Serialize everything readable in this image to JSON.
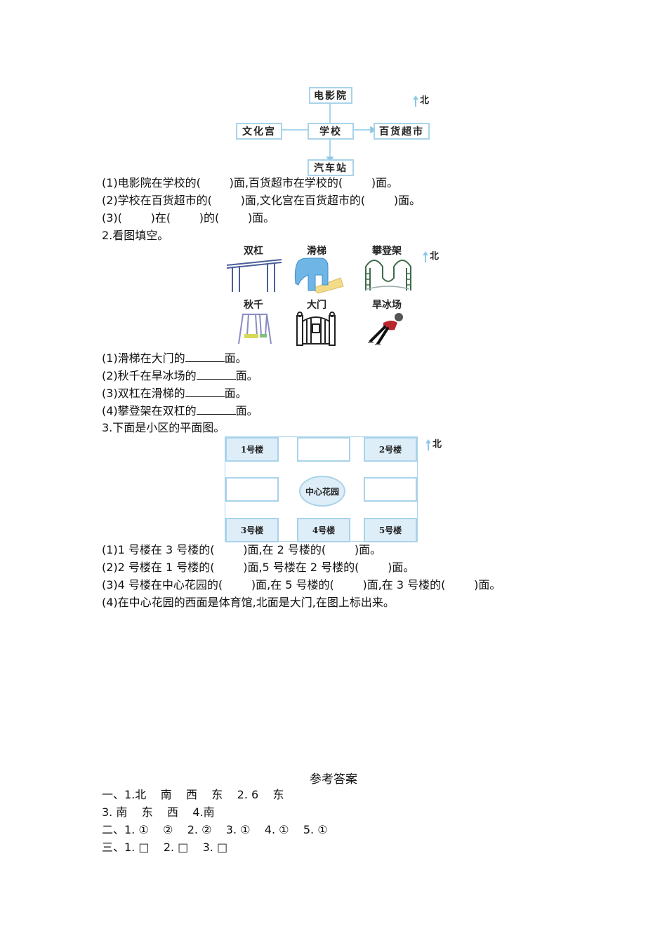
{
  "q1": {
    "diagram": {
      "center": "学校",
      "north": "电影院",
      "west": "文化宫",
      "east": "百货超市",
      "south": "汽车站",
      "north_label": "北"
    },
    "lines": [
      "(1)电影院在学校的(        )面,百货超市在学校的(        )面。",
      "(2)学校在百货超市的(        )面,文化宫在百货超市的(        )面。",
      "(3)(        )在(        )的(        )面。"
    ]
  },
  "q2": {
    "heading": "2.看图填空。",
    "north_label": "北",
    "pictures": [
      {
        "label": "双杠",
        "icon": "parallel-bars-icon"
      },
      {
        "label": "滑梯",
        "icon": "slide-icon"
      },
      {
        "label": "攀登架",
        "icon": "climbing-frame-icon"
      },
      {
        "label": "秋千",
        "icon": "swing-icon"
      },
      {
        "label": "大门",
        "icon": "gate-icon"
      },
      {
        "label": "旱冰场",
        "icon": "skater-icon"
      }
    ],
    "lines": [
      {
        "prefix": "(1)滑梯在大门的",
        "suffix": "面。"
      },
      {
        "prefix": "(2)秋千在旱冰场的",
        "suffix": "面。"
      },
      {
        "prefix": "(3)双杠在滑梯的",
        "suffix": "面。"
      },
      {
        "prefix": "(4)攀登架在双杠的",
        "suffix": "面。"
      }
    ]
  },
  "q3": {
    "heading": "3.下面是小区的平面图。",
    "north_label": "北",
    "plan": {
      "b1": "1号楼",
      "b2": "2号楼",
      "b3": "3号楼",
      "b4": "4号楼",
      "b5": "5号楼",
      "garden": "中心花园"
    },
    "lines": [
      "(1)1 号楼在 3 号楼的(        )面,在 2 号楼的(        )面。",
      "(2)2 号楼在 1 号楼的(        )面,5 号楼在 2 号楼的(        )面。",
      "(3)4 号楼在中心花园的(        )面,在 5 号楼的(        )面,在 3 号楼的(        )面。",
      "(4)在中心花园的西面是体育馆,北面是大门,在图上标出来。"
    ]
  },
  "answers": {
    "title": "参考答案",
    "lines": [
      "一、1.北    南    西    东    2. 6    东",
      "3. 南    东    西    4.南",
      "二、1. ①    ②    2. ②    3. ①    4. ①    5. ①",
      "三、1. □    2. □    3. □"
    ]
  }
}
